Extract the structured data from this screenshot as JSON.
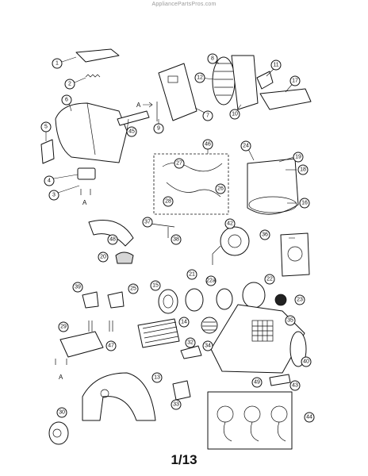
{
  "header": {
    "watermark": "AppliancePartsPros.com"
  },
  "footer": {
    "page_label": "1/13"
  },
  "diagram": {
    "fastener_label": "A",
    "callouts": [
      {
        "id": "c1",
        "label": "1"
      },
      {
        "id": "c2",
        "label": "2"
      },
      {
        "id": "c3",
        "label": "3"
      },
      {
        "id": "c4",
        "label": "4"
      },
      {
        "id": "c5",
        "label": "5"
      },
      {
        "id": "c6",
        "label": "6"
      },
      {
        "id": "c7",
        "label": "7"
      },
      {
        "id": "c8",
        "label": "8"
      },
      {
        "id": "c9",
        "label": "9"
      },
      {
        "id": "c10",
        "label": "10"
      },
      {
        "id": "c11",
        "label": "11"
      },
      {
        "id": "c12",
        "label": "12"
      },
      {
        "id": "c13",
        "label": "13"
      },
      {
        "id": "c14",
        "label": "14"
      },
      {
        "id": "c15",
        "label": "15"
      },
      {
        "id": "c16",
        "label": "16"
      },
      {
        "id": "c17",
        "label": "17"
      },
      {
        "id": "c18",
        "label": "18"
      },
      {
        "id": "c19",
        "label": "19"
      },
      {
        "id": "c20",
        "label": "20"
      },
      {
        "id": "c21",
        "label": "21"
      },
      {
        "id": "c22",
        "label": "22"
      },
      {
        "id": "c22a",
        "label": "22a"
      },
      {
        "id": "c23",
        "label": "23"
      },
      {
        "id": "c24",
        "label": "24"
      },
      {
        "id": "c25",
        "label": "25"
      },
      {
        "id": "c26",
        "label": "26"
      },
      {
        "id": "c27",
        "label": "27"
      },
      {
        "id": "c28",
        "label": "28"
      },
      {
        "id": "c29",
        "label": "29"
      },
      {
        "id": "c30",
        "label": "30"
      },
      {
        "id": "c32",
        "label": "32"
      },
      {
        "id": "c33",
        "label": "33"
      },
      {
        "id": "c34",
        "label": "34"
      },
      {
        "id": "c35",
        "label": "35"
      },
      {
        "id": "c36",
        "label": "36"
      },
      {
        "id": "c37",
        "label": "37"
      },
      {
        "id": "c38",
        "label": "38"
      },
      {
        "id": "c39",
        "label": "39"
      },
      {
        "id": "c40",
        "label": "40"
      },
      {
        "id": "c42",
        "label": "42"
      },
      {
        "id": "c43",
        "label": "43"
      },
      {
        "id": "c44",
        "label": "44"
      },
      {
        "id": "c45",
        "label": "45"
      },
      {
        "id": "c46",
        "label": "46"
      },
      {
        "id": "c47",
        "label": "47"
      },
      {
        "id": "c48",
        "label": "48"
      },
      {
        "id": "c49",
        "label": "49"
      }
    ]
  }
}
